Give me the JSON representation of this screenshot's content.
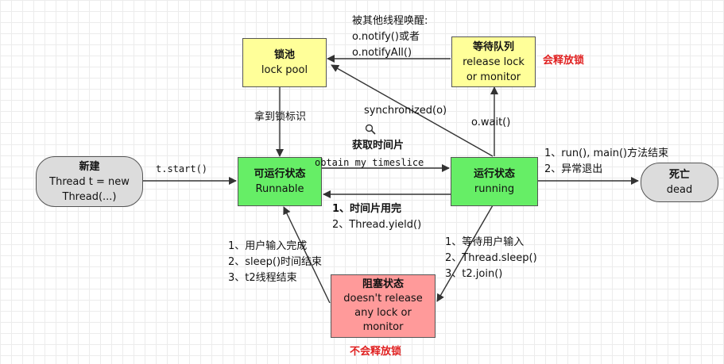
{
  "nodes": {
    "new": [
      "新建",
      "Thread t = new",
      "Thread(...)"
    ],
    "runnable": [
      "可运行状态",
      "Runnable"
    ],
    "running": [
      "运行状态",
      "running"
    ],
    "dead": [
      "死亡",
      "dead"
    ],
    "lock_pool": [
      "锁池",
      "lock pool"
    ],
    "wait_queue": [
      "等待队列",
      "release lock",
      "or monitor"
    ],
    "blocked": [
      "阻塞状态",
      "doesn't release",
      "any lock or",
      "monitor"
    ]
  },
  "labels": {
    "start": "t.start()",
    "get_timeslice": "获取时间片",
    "obtain_timeslice": "obtain my timeslice",
    "timeslice_used": [
      "1、时间片用完",
      "2、Thread.yield()"
    ],
    "run_end": [
      "1、run(), main()方法结束",
      "2、异常退出"
    ],
    "got_lock": "拿到锁标识",
    "synchronized": "synchronized(o)",
    "wait": "o.wait()",
    "notify": [
      "被其他线程唤醒:",
      "o.notify()或者",
      "o.notifyAll()"
    ],
    "releases_lock": "会释放锁",
    "block_reasons": [
      "1、等待用户输入",
      "2、Thread.sleep()",
      "3、t2.join()"
    ],
    "unblock_reasons": [
      "1、用户输入完成",
      "2、sleep()时间结束",
      "3、t2线程结束"
    ],
    "not_releases_lock": "不会释放锁"
  },
  "icons": {
    "magnifier": "magnifier-icon"
  },
  "colors": {
    "lock_pool": "#ffff99",
    "wait_queue": "#ffff99",
    "runnable": "#66ee66",
    "running": "#66ee66",
    "blocked": "#ff9a9a",
    "new": "#dcdcdc",
    "dead": "#dcdcdc",
    "emphasis_text": "#e02020"
  }
}
